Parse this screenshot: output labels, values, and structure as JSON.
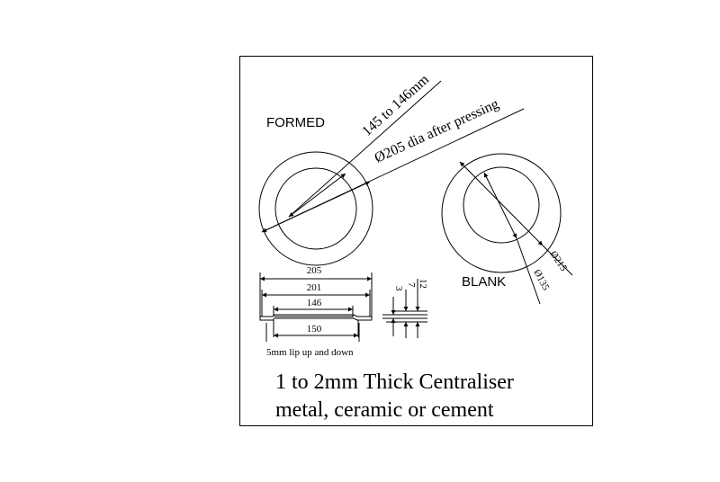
{
  "labels": {
    "formed": "FORMED",
    "blank": "BLANK",
    "formed_inner_dim": "145 to 146mm",
    "formed_outer_dim": "Ø205 dia after pressing",
    "blank_outer_dim": "Ø215",
    "blank_inner_dim": "Ø135",
    "lip_note": "5mm lip up and down",
    "title_line1": "1 to 2mm Thick Centraliser",
    "title_line2": "metal, ceramic or cement"
  },
  "section": {
    "dims": [
      "205",
      "201",
      "146",
      "150"
    ]
  },
  "heights": {
    "dims": [
      "12",
      "7",
      "3"
    ]
  }
}
